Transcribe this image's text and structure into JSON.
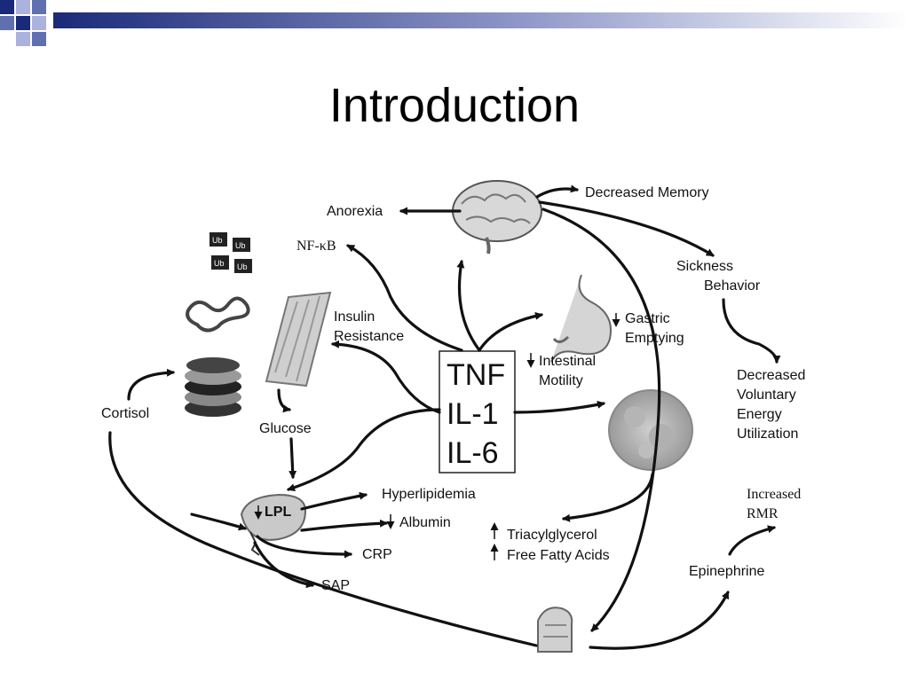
{
  "slide": {
    "title": "Introduction"
  },
  "colors": {
    "accent_dark": "#1a2a7a",
    "accent_mid": "#5f6fb0",
    "accent_light": "#aab2dd"
  },
  "diagram": {
    "center": {
      "line1": "TNF",
      "line2": "IL-1",
      "line3": "IL-6"
    },
    "labels": {
      "anorexia": "Anorexia",
      "decreased_memory": "Decreased Memory",
      "nfkb": "NF-κB",
      "sickness_1": "Sickness",
      "sickness_2": "Behavior",
      "insulin_1": "Insulin",
      "insulin_2": "Resistance",
      "gastric_1": "Gastric",
      "gastric_2": "Emptying",
      "intestinal_1": "Intestinal",
      "intestinal_2": "Motility",
      "decreased_1": "Decreased",
      "decreased_2": "Voluntary",
      "decreased_3": "Energy",
      "decreased_4": "Utilization",
      "cortisol": "Cortisol",
      "glucose": "Glucose",
      "hyperlipidemia": "Hyperlipidemia",
      "albumin": "Albumin",
      "lpl": "LPL",
      "crp": "CRP",
      "sap": "SAP",
      "triacyl": "Triacylglycerol",
      "ffa": "Free Fatty Acids",
      "increased": "Increased",
      "rmr": "RMR",
      "epinephrine": "Epinephrine",
      "ub": "Ub"
    },
    "icons": [
      "brain-icon",
      "stomach-icon",
      "muscle-icon",
      "adipocyte-icon",
      "liver-icon",
      "adrenal-icon",
      "proteasome-icon",
      "ubiquitin-icon",
      "protein-icon"
    ]
  }
}
